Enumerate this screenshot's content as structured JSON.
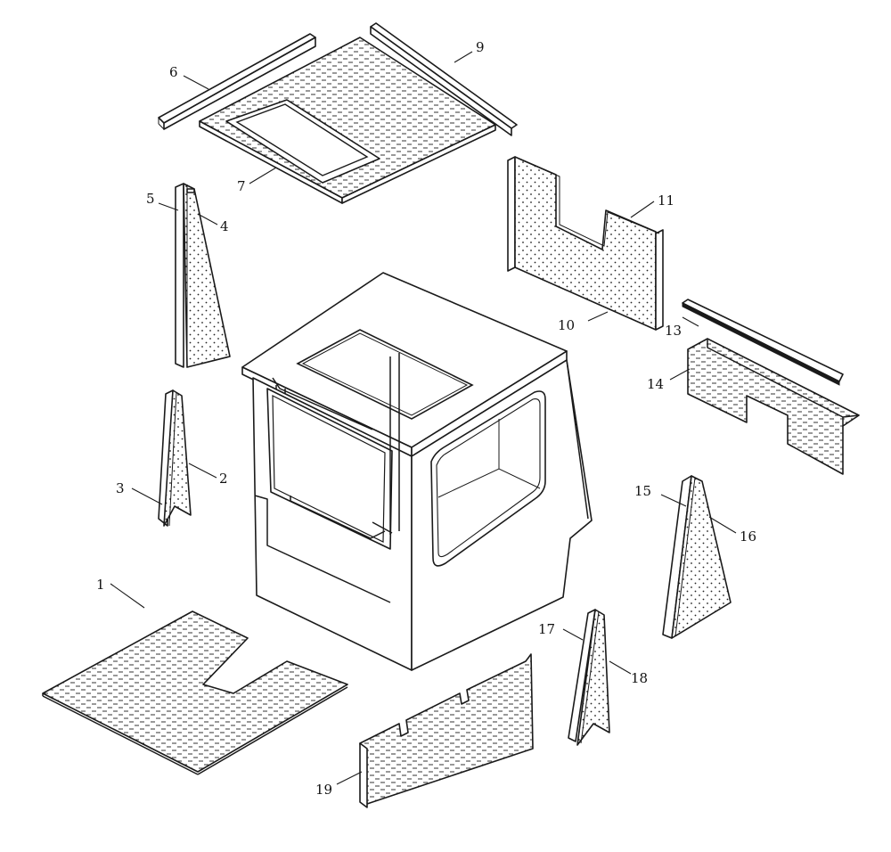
{
  "diagram": {
    "callouts": {
      "c1": "1",
      "c2": "2",
      "c3": "3",
      "c4": "4",
      "c5": "5",
      "c6": "6",
      "c7": "7",
      "c9": "9",
      "c10": "10",
      "c11": "11",
      "c13": "13",
      "c14": "14",
      "c15": "15",
      "c16": "16",
      "c17": "17",
      "c18": "18",
      "c19": "19"
    }
  }
}
